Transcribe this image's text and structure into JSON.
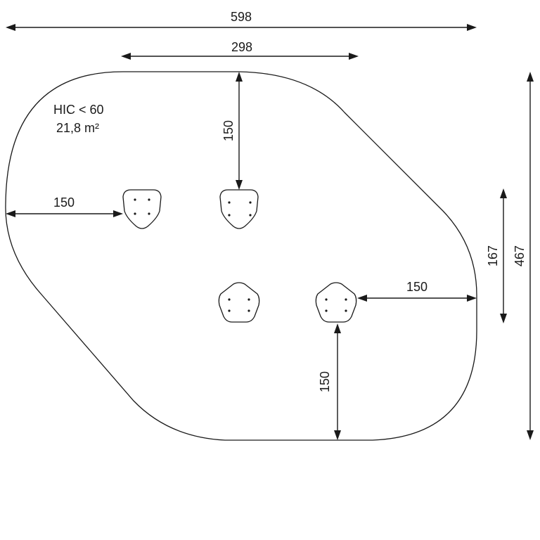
{
  "note": {
    "hic": "HIC < 60",
    "area": "21,8 m²"
  },
  "dimensions": {
    "overall_width": "598",
    "top_width": "298",
    "top_offset": "150",
    "left_offset": "150",
    "right_offset": "150",
    "bottom_offset": "150",
    "right_height": "167",
    "overall_height": "467"
  }
}
